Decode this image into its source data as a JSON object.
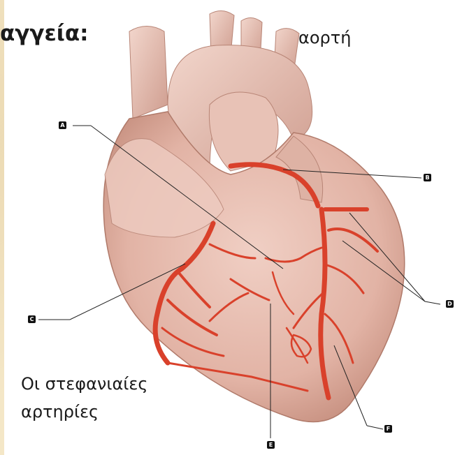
{
  "heading": "αγγεία:",
  "aorta_label": "αορτή",
  "caption": "Οι στεφανιαίες αρτηρίες",
  "markers": [
    "A",
    "B",
    "C",
    "D",
    "E",
    "F"
  ],
  "colors": {
    "heart_tissue": "#e6bdb0",
    "heart_shadow": "#c99585",
    "artery": "#d9412b",
    "title_red": "#e11b1b"
  }
}
